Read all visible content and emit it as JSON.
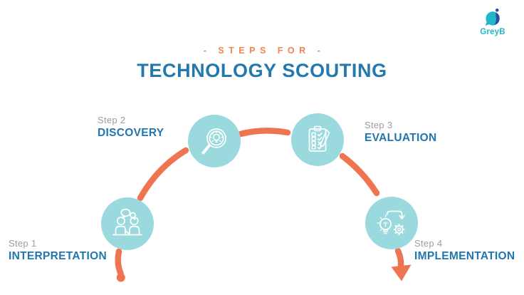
{
  "brand": {
    "name": "GreyB",
    "logo_icon": "greyb-swirl-icon"
  },
  "header": {
    "eyebrow": "- STEPS FOR -",
    "title": "TECHNOLOGY SCOUTING"
  },
  "steps": [
    {
      "label": "Step 1",
      "title": "INTERPRETATION",
      "icon": "discussion-people-icon"
    },
    {
      "label": "Step 2",
      "title": "DISCOVERY",
      "icon": "magnifier-bulb-icon"
    },
    {
      "label": "Step 3",
      "title": "EVALUATION",
      "icon": "checklist-pencil-icon"
    },
    {
      "label": "Step 4",
      "title": "IMPLEMENTATION",
      "icon": "bulb-to-gear-icon"
    }
  ],
  "flow": {
    "shape": "semicircular-arc",
    "start_marker": "dot",
    "end_marker": "down-arrow"
  },
  "colors": {
    "accent_orange": "#ef7452",
    "eyebrow_orange": "#ef8550",
    "title_blue": "#2379ad",
    "step_title_blue": "#2176ad",
    "step_label_gray": "#9b9da0",
    "circle_teal": "#9adade",
    "logo_teal": "#23b5c8",
    "logo_navy": "#2b4da0",
    "icon_stroke": "#ffffff"
  }
}
